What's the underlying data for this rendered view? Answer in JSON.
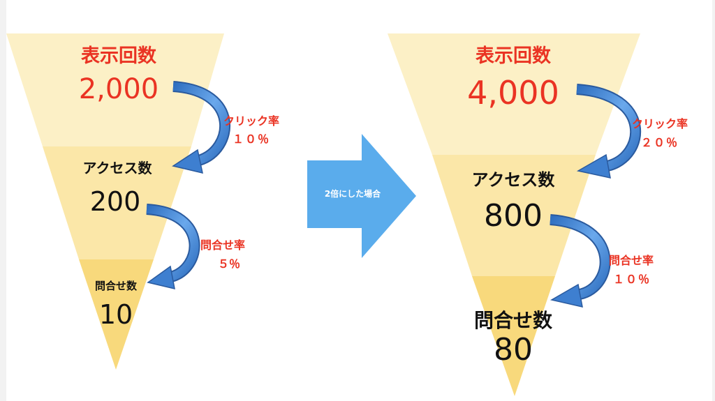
{
  "colors": {
    "tier_top": "#fcf0c6",
    "tier_mid": "#fbe7a8",
    "tier_bottom": "#f8d97c",
    "accent_red": "#ea3323",
    "curve_arrow": "#3e7fd0",
    "big_arrow": "#5aacec"
  },
  "before": {
    "impressions_label": "表示回数",
    "impressions_value": "2,000",
    "click_rate_label": "クリック率",
    "click_rate_value": "１０％",
    "access_label": "アクセス数",
    "access_value": "200",
    "inquiry_rate_label": "問合せ率",
    "inquiry_rate_value": "５％",
    "inquiry_label": "問合せ数",
    "inquiry_value": "10"
  },
  "transition": {
    "label": "2倍にした場合"
  },
  "after": {
    "impressions_label": "表示回数",
    "impressions_value": "4,000",
    "click_rate_label": "クリック率",
    "click_rate_value": "２０％",
    "access_label": "アクセス数",
    "access_value": "800",
    "inquiry_rate_label": "問合せ率",
    "inquiry_rate_value": "１０％",
    "inquiry_label": "問合せ数",
    "inquiry_value": "80"
  }
}
